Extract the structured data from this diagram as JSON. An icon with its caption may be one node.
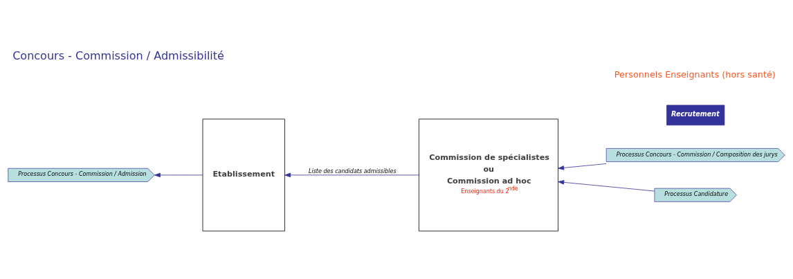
{
  "diagram": {
    "title": "Concours - Commission / Admissibilité",
    "nodes": [
      {
        "text": [
          "Etablissement"
        ]
      },
      {
        "text": [
          "Commission de spécialistes",
          "ou",
          "Commission ad hoc",
          "Enseignants du 2$^{nde}$"
        ]
      },
      {
        "text": [
          "Processus Concours - Commission / Composition des jurys"
        ]
      },
      {
        "text": [
          "Processus Candidature"
        ]
      },
      {
        "text": [
          "Processus Concours - Commission / Admission"
        ]
      }
    ],
    "edges": [
      {
        "from": 2,
        "to": 1,
        "arrow": "to"
      },
      {
        "from": 3,
        "to": 1,
        "arrow": "to"
      },
      {
        "from": 1,
        "to": 0,
        "arrow": "to",
        "label": "Liste des candidats admissibles"
      },
      {
        "from": 0,
        "to": 4,
        "arrow": "to"
      }
    ],
    "labels": [
      "Recrutement",
      "Personnels Enseignants (hors santé)"
    ]
  }
}
